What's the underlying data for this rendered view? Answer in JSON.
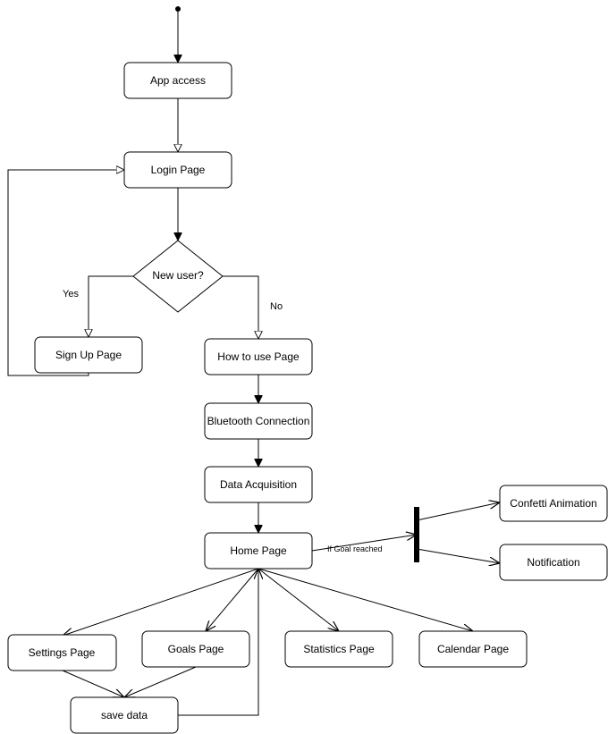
{
  "nodes": {
    "app_access": "App access",
    "login_page": "Login Page",
    "new_user": "New user?",
    "sign_up_page": "Sign Up Page",
    "how_to_use_page": "How to use Page",
    "bluetooth_connection": "Bluetooth Connection",
    "data_acquisition": "Data Acquisition",
    "home_page": "Home Page",
    "confetti_animation": "Confetti Animation",
    "notification": "Notification",
    "settings_page": "Settings Page",
    "goals_page": "Goals Page",
    "statistics_page": "Statistics Page",
    "calendar_page": "Calendar Page",
    "save_data": "save data"
  },
  "edge_labels": {
    "yes": "Yes",
    "no": "No",
    "if_goal_reached": "If Goal reached"
  }
}
